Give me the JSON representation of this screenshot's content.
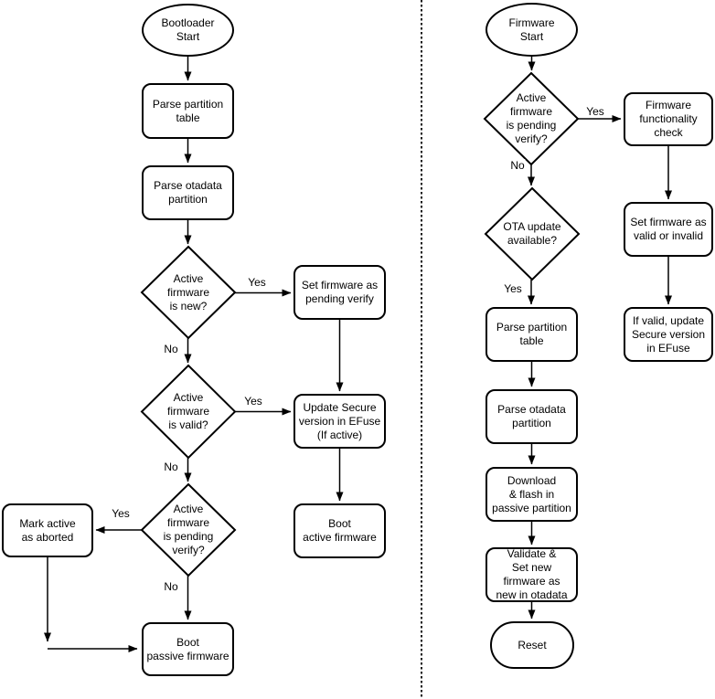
{
  "diagram": {
    "colors": {
      "stroke": "#000000",
      "shape_fill": "#ffffff",
      "background": "#ffffff"
    },
    "edge_labels": {
      "yes": "Yes",
      "no": "No"
    },
    "bootloader_flow": {
      "start": "Bootloader\nStart",
      "parse_partition_table": "Parse partition\ntable",
      "parse_otadata_partition": "Parse otadata\npartition",
      "active_firmware_is_new": "Active\nfirmware\nis new?",
      "set_firmware_pending_verify": "Set firmware as\npending verify",
      "active_firmware_is_valid": "Active\nfirmware\nis valid?",
      "update_secure_version": "Update Secure\nversion in EFuse\n(If active)",
      "active_firmware_pending_verify": "Active\nfirmware\nis pending\nverify?",
      "mark_active_aborted": "Mark active\nas aborted",
      "boot_active_firmware": "Boot\nactive firmware",
      "boot_passive_firmware": "Boot\npassive firmware"
    },
    "firmware_flow": {
      "start": "Firmware\nStart",
      "active_firmware_pending_verify": "Active\nfirmware\nis pending\nverify?",
      "firmware_functionality_check": "Firmware\nfunctionality\ncheck",
      "ota_update_available": "OTA update\navailable?",
      "set_firmware_valid_invalid": "Set firmware as\nvalid or invalid",
      "parse_partition_table": "Parse partition\ntable",
      "if_valid_update_secure": "If valid, update\nSecure version\nin EFuse",
      "parse_otadata_partition": "Parse otadata\npartition",
      "download_flash_passive": "Download\n& flash in\npassive partition",
      "validate_set_new_firmware": "Validate &\nSet new\nfirmware as\nnew in otadata",
      "reset": "Reset"
    }
  }
}
